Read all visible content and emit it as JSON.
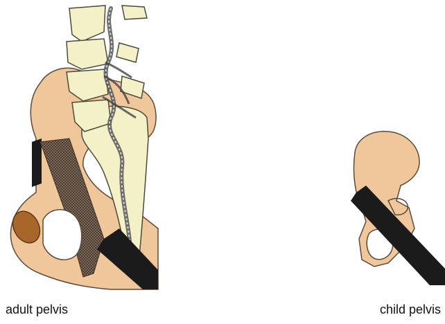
{
  "labels": {
    "adult": "adult pelvis",
    "child": "child pelvis"
  },
  "colors": {
    "bone_tan": "#f0c79a",
    "vertebra_cream": "#f4f0c8",
    "strap_black": "#1b1b1b",
    "crosshatch_brown": "#6a5a4a",
    "outline": "#5a4a3a",
    "cup_brown": "#a8662a"
  },
  "icons": {
    "adult_figure": "adult-pelvis-with-spine-illustration",
    "child_figure": "child-pelvis-illustration"
  }
}
